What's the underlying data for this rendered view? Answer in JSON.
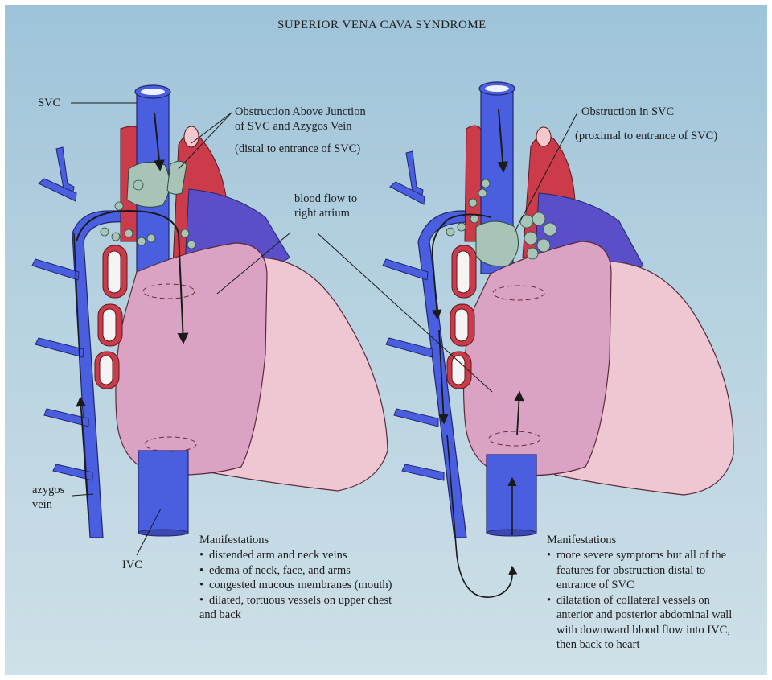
{
  "title": "SUPERIOR VENA CAVA SYNDROME",
  "left": {
    "svc_label": "SVC",
    "obstruction_title_1": "Obstruction Above Junction",
    "obstruction_title_2": "of SVC and Azygos Vein",
    "obstruction_note": "(distal to entrance of SVC)",
    "flow_label_1": "blood flow to",
    "flow_label_2": "right atrium",
    "azygos_label_1": "azygos",
    "azygos_label_2": "vein",
    "ivc_label": "IVC",
    "manifestations_heading": "Manifestations",
    "manifestations": [
      "distended arm and neck veins",
      "edema of neck, face, and arms",
      "congested mucous membranes (mouth)",
      "dilated, tortuous vessels on upper chest",
      "and back"
    ]
  },
  "right": {
    "obstruction_title": "Obstruction in SVC",
    "obstruction_note": "(proximal to entrance of SVC)",
    "manifestations_heading": "Manifestations",
    "manifestations": [
      "more severe symptoms but all of the features for obstruction distal to entrance of SVC",
      "dilatation of collateral vessels on anterior and posterior abdominal wall with downward blood flow into IVC, then back to heart"
    ]
  },
  "colors": {
    "vein_blue": "#4a5fe0",
    "artery_red": "#cc3b4a",
    "heart_pink": "#dba3c3",
    "heart_pale": "#efc7d3",
    "clot_green": "#a8c4b6"
  }
}
